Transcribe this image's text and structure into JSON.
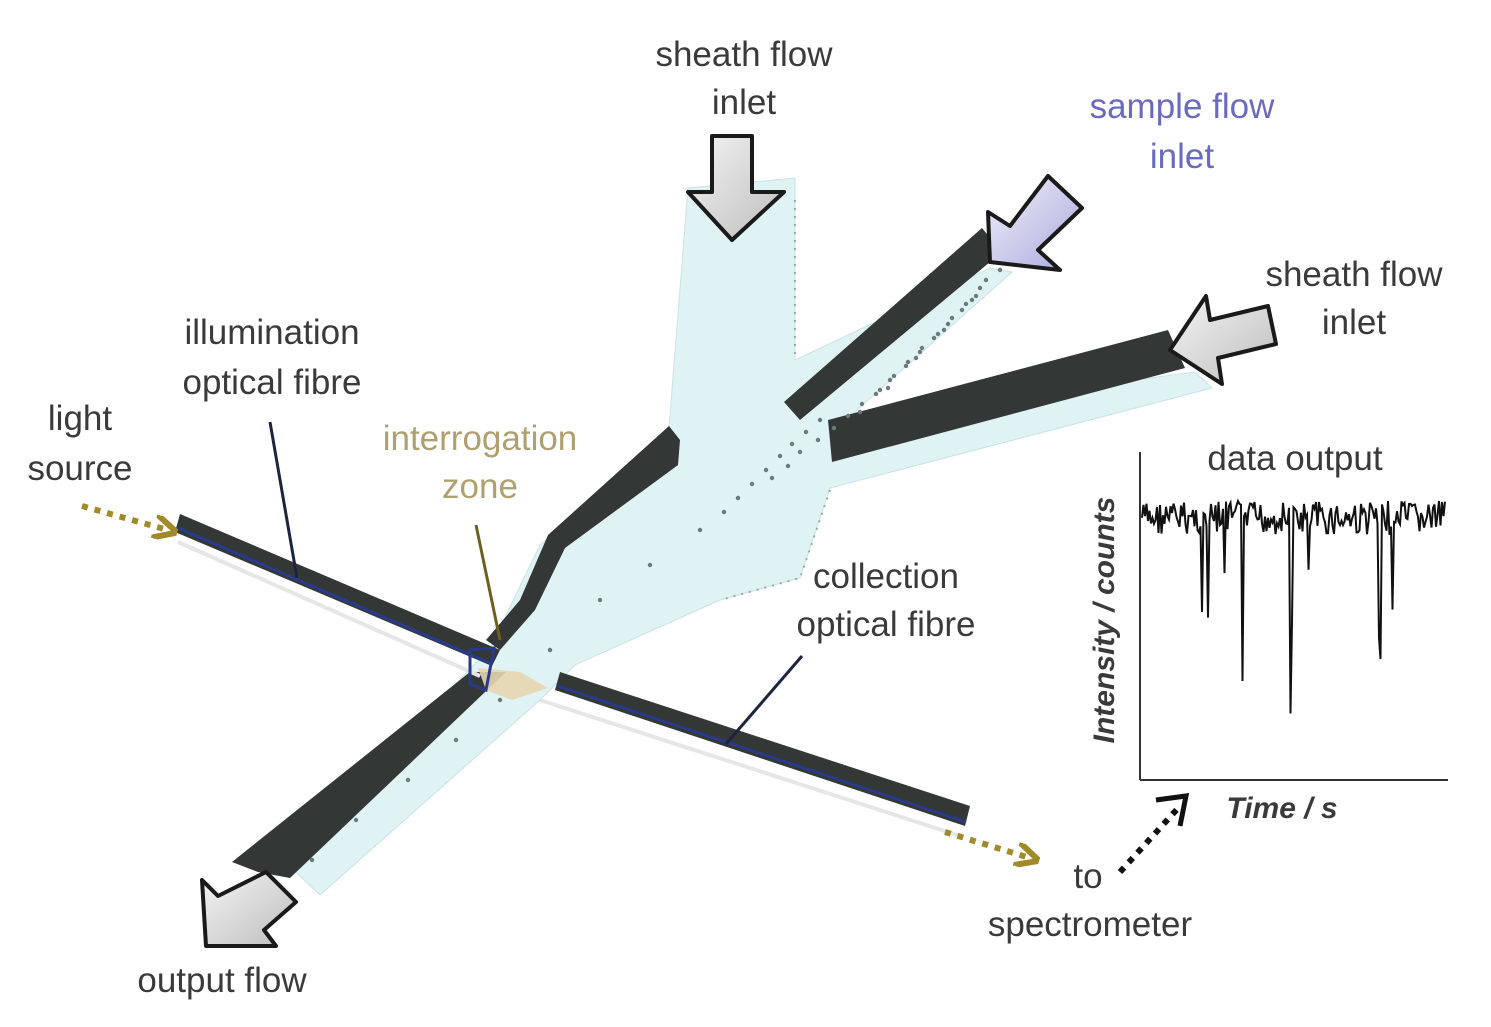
{
  "labels": {
    "sheath_top_1": "sheath flow",
    "sheath_top_2": "inlet",
    "sample_1": "sample flow",
    "sample_2": "inlet",
    "sheath_right_1": "sheath flow",
    "sheath_right_2": "inlet",
    "illum_1": "illumination",
    "illum_2": "optical fibre",
    "light_1": "light",
    "light_2": "source",
    "interrog_1": "interrogation",
    "interrog_2": "zone",
    "collect_1": "collection",
    "collect_2": "optical fibre",
    "data_output": "data output",
    "to": "to",
    "spectrometer": "spectrometer",
    "output_flow": "output flow"
  },
  "plot": {
    "ylabel": "Intensity / counts",
    "xlabel": "Time / s"
  },
  "colors": {
    "channel_fill": "#dff2f4",
    "wall_dark": "#333836",
    "fibre_blue": "#2a3a8a",
    "arrow_gold": "#a08a2a",
    "sample_text": "#6a6ac0",
    "interrog_text": "#b0a070",
    "zone_fill": "#e6d6b0",
    "text": "#3a3a3a"
  }
}
